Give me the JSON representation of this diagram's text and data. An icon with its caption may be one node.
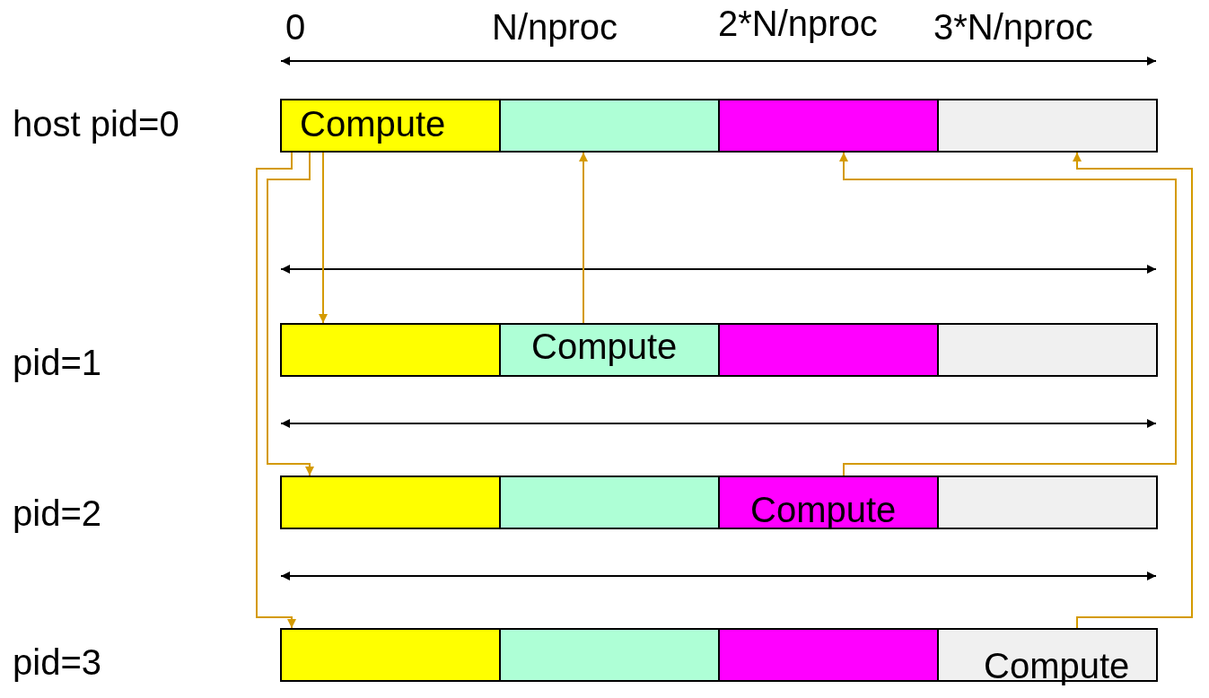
{
  "diagram": {
    "nodes": [
      {
        "text": [
          "Compute"
        ]
      },
      {
        "text": [],
        "shape": "bar"
      },
      {
        "text": [],
        "shape": "bar"
      },
      {
        "text": [],
        "shape": "bar"
      },
      {
        "text": [],
        "shape": "bar"
      },
      {
        "text": [
          "Compute"
        ]
      },
      {
        "text": [],
        "shape": "bar"
      },
      {
        "text": [],
        "shape": "bar"
      },
      {
        "text": [],
        "shape": "bar"
      },
      {
        "text": [],
        "shape": "bar"
      },
      {
        "text": [
          "Compute"
        ]
      },
      {
        "text": [],
        "shape": "bar"
      },
      {
        "text": [],
        "shape": "bar"
      },
      {
        "text": [],
        "shape": "bar"
      },
      {
        "text": [],
        "shape": "bar"
      },
      {
        "text": [
          "Compute"
        ]
      }
    ],
    "edges": [
      {
        "from": 0,
        "to": 4,
        "arrow": "to"
      },
      {
        "from": 0,
        "to": 8,
        "arrow": "to"
      },
      {
        "from": 0,
        "to": 12,
        "arrow": "to"
      },
      {
        "from": 5,
        "to": 1,
        "arrow": "to"
      },
      {
        "from": 10,
        "to": 2,
        "arrow": "to"
      },
      {
        "from": 15,
        "to": 3,
        "arrow": "to"
      }
    ],
    "labels": [
      "0",
      "N/nproc",
      "2*N/nproc",
      "3*N/nproc",
      "host pid=0",
      "pid=1",
      "pid=2",
      "pid=3"
    ]
  }
}
